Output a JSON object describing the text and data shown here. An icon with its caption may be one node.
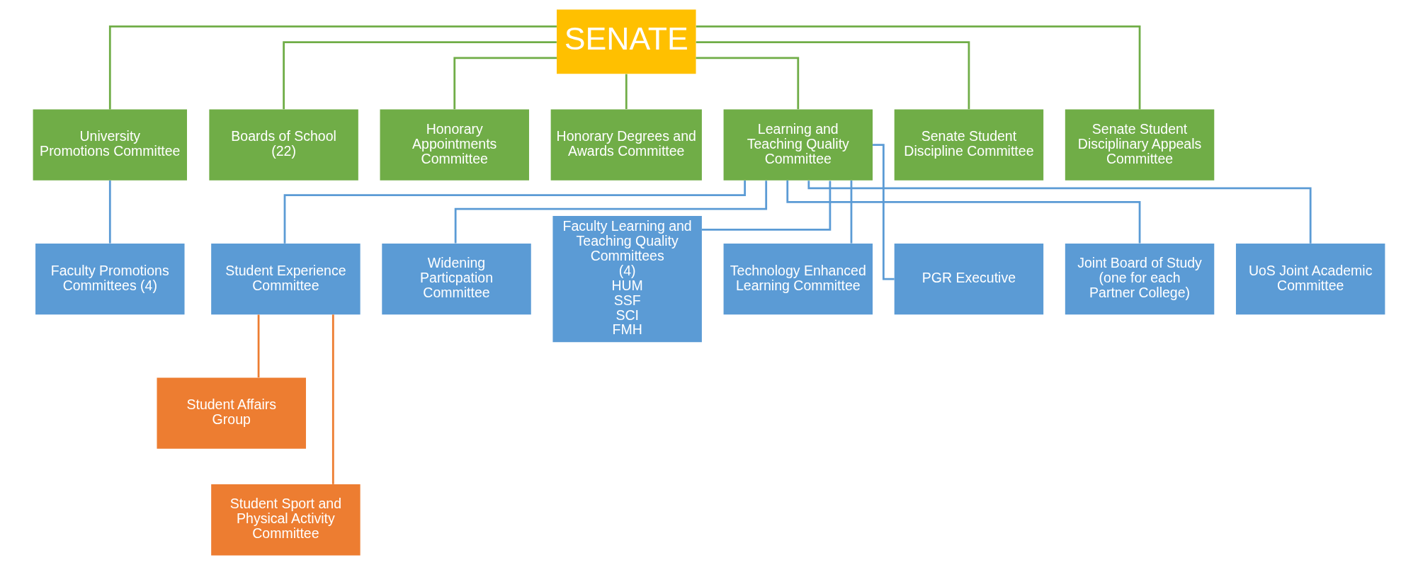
{
  "diagram": {
    "nodes": [
      {
        "text": [
          "SENATE"
        ]
      },
      {
        "text": [
          "University Promotions Committee"
        ]
      },
      {
        "text": [
          "Boards of School",
          "(22)"
        ]
      },
      {
        "text": [
          "Honorary Appointments Committee"
        ]
      },
      {
        "text": [
          "Honorary Degrees and Awards Committee"
        ]
      },
      {
        "text": [
          "Learning and Teaching Quality Committee"
        ]
      },
      {
        "text": [
          "Senate Student Discipline Committee"
        ]
      },
      {
        "text": [
          "Senate Student Disciplinary Appeals Committee"
        ]
      },
      {
        "text": [
          "Faculty Promotions Committees (4)"
        ]
      },
      {
        "text": [
          "Student Experience Committee"
        ]
      },
      {
        "text": [
          "Widening Particpation Committee"
        ]
      },
      {
        "text": [
          "Faculty Learning and Teaching Quality Committees",
          "(4)",
          "HUM",
          "SSF",
          "SCI",
          "FMH"
        ]
      },
      {
        "text": [
          "Technology Enhanced Learning Committee"
        ]
      },
      {
        "text": [
          "PGR Executive"
        ]
      },
      {
        "text": [
          "Joint Board of Study (one for each Partner College)"
        ]
      },
      {
        "text": [
          "UoS Joint Academic Committee"
        ]
      },
      {
        "text": [
          "Student Affairs Group"
        ]
      },
      {
        "text": [
          "Student Sport and Physical Activity Committee"
        ]
      }
    ],
    "edges": [
      {
        "from": 0,
        "to": 1,
        "arrow": "none",
        "color": "#70ad47"
      },
      {
        "from": 0,
        "to": 2,
        "arrow": "none",
        "color": "#70ad47"
      },
      {
        "from": 0,
        "to": 3,
        "arrow": "none",
        "color": "#70ad47"
      },
      {
        "from": 0,
        "to": 4,
        "arrow": "none",
        "color": "#70ad47"
      },
      {
        "from": 0,
        "to": 5,
        "arrow": "none",
        "color": "#70ad47"
      },
      {
        "from": 0,
        "to": 6,
        "arrow": "none",
        "color": "#70ad47"
      },
      {
        "from": 0,
        "to": 7,
        "arrow": "none",
        "color": "#70ad47"
      },
      {
        "from": 1,
        "to": 8,
        "arrow": "none"
      },
      {
        "from": 5,
        "to": 9,
        "arrow": "none"
      },
      {
        "from": 5,
        "to": 10,
        "arrow": "none"
      },
      {
        "from": 5,
        "to": 11,
        "arrow": "none"
      },
      {
        "from": 5,
        "to": 12,
        "arrow": "none"
      },
      {
        "from": 5,
        "to": 13,
        "arrow": "none"
      },
      {
        "from": 5,
        "to": 14,
        "arrow": "none"
      },
      {
        "from": 5,
        "to": 15,
        "arrow": "none"
      },
      {
        "from": 9,
        "to": 16,
        "arrow": "none",
        "color": "#ed7d31"
      },
      {
        "from": 9,
        "to": 17,
        "arrow": "none",
        "color": "#ed7d31"
      }
    ]
  }
}
